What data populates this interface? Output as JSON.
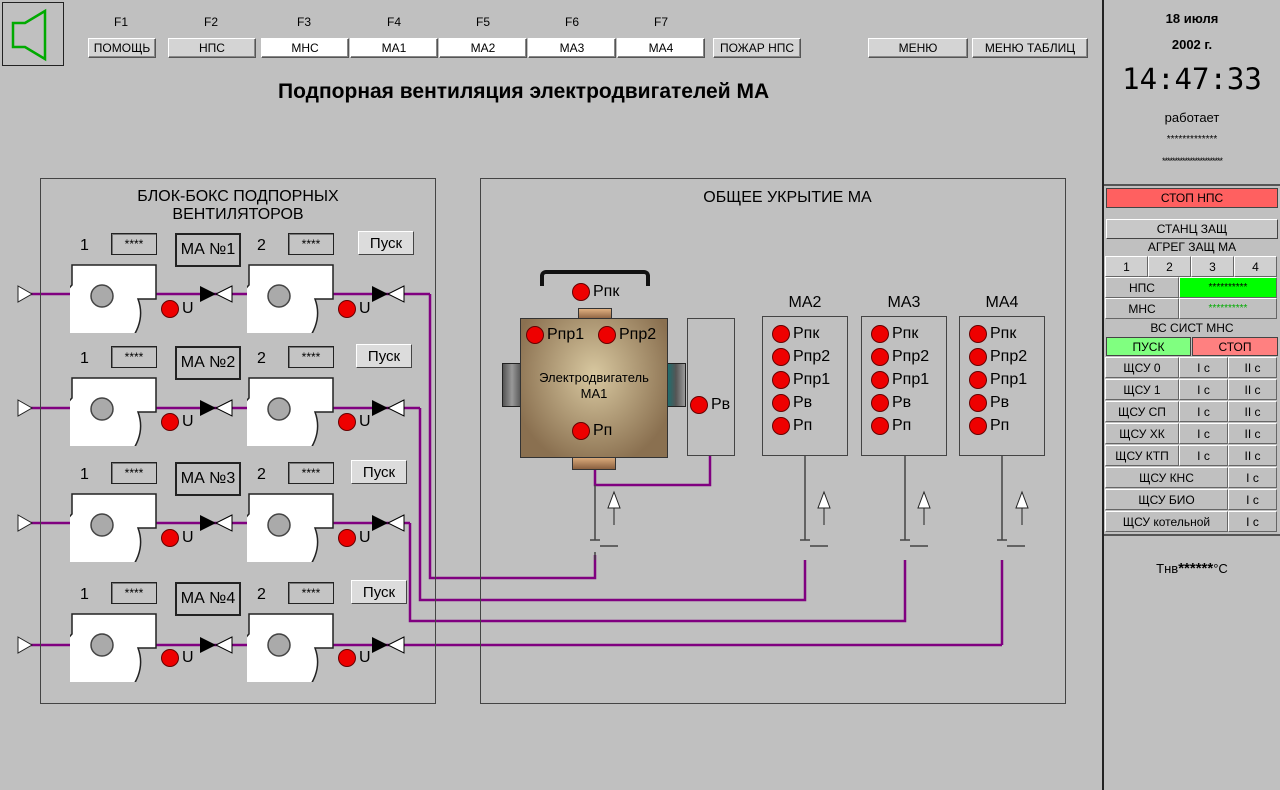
{
  "fkeys": [
    "F1",
    "F2",
    "F3",
    "F4",
    "F5",
    "F6",
    "F7"
  ],
  "toolbar": {
    "help": "ПОМОЩЬ",
    "nps": "НПС",
    "mns": "МНС",
    "ma1": "МА1",
    "ma2": "МА2",
    "ma3": "МА3",
    "ma4": "МА4",
    "fire": "ПОЖАР НПС",
    "menu": "МЕНЮ",
    "menu_tables": "МЕНЮ ТАБЛИЦ"
  },
  "title": "Подпорная вентиляция электродвигателей МА",
  "blockbox": {
    "title_line1": "БЛОК-БОКС ПОДПОРНЫХ",
    "title_line2": "ВЕНТИЛЯТОРОВ",
    "rows": [
      {
        "n1": "1",
        "n2": "2",
        "stars1": "****",
        "stars2": "****",
        "ma": "МА  №1",
        "run": "Пуск",
        "u": "U"
      },
      {
        "n1": "1",
        "n2": "2",
        "stars1": "****",
        "stars2": "****",
        "ma": "МА  №2",
        "run": "Пуск",
        "u": "U"
      },
      {
        "n1": "1",
        "n2": "2",
        "stars1": "****",
        "stars2": "****",
        "ma": "МА  №3",
        "run": "Пуск",
        "u": "U"
      },
      {
        "n1": "1",
        "n2": "2",
        "stars1": "****",
        "stars2": "****",
        "ma": "МА  №4",
        "run": "Пуск",
        "u": "U"
      }
    ]
  },
  "shelter": {
    "title": "ОБЩЕЕ УКРЫТИЕ МА",
    "motor_label": "Электродвигатель МА1",
    "motor_sensors": {
      "rpk": "Рпк",
      "rpr1": "Рпр1",
      "rpr2": "Рпр2",
      "rp": "Рп",
      "rv": "Рв"
    },
    "units": [
      {
        "name": "МА2",
        "sensors": [
          "Рпк",
          "Рпр2",
          "Рпр1",
          "Рв",
          "Рп"
        ]
      },
      {
        "name": "МА3",
        "sensors": [
          "Рпк",
          "Рпр2",
          "Рпр1",
          "Рв",
          "Рп"
        ]
      },
      {
        "name": "МА4",
        "sensors": [
          "Рпк",
          "Рпр2",
          "Рпр1",
          "Рв",
          "Рп"
        ]
      }
    ]
  },
  "right": {
    "date_line1": "18 июля",
    "date_line2": "2002 г.",
    "time": "14:47:33",
    "status": "работает",
    "stars_a": "*************",
    "stars_b": "************************",
    "stop_nps": "СТОП НПС",
    "station_prot": "СТАНЦ ЗАЩ",
    "unit_prot": "АГРЕГ ЗАЩ МА",
    "unit_prot_nums": [
      "1",
      "2",
      "3",
      "4"
    ],
    "nps_label": "НПС",
    "nps_value": "**********",
    "mns_label": "МНС",
    "mns_value": "**********",
    "vs_sist": "ВС СИСТ МНС",
    "start": "ПУСК",
    "stop": "СТОП",
    "shsu_rows": [
      {
        "name": "ЩСУ 0",
        "a": "I с",
        "b": "II с"
      },
      {
        "name": "ЩСУ 1",
        "a": "I с",
        "b": "II с"
      },
      {
        "name": "ЩСУ СП",
        "a": "I с",
        "b": "II с"
      },
      {
        "name": "ЩСУ ХК",
        "a": "I с",
        "b": "II с"
      },
      {
        "name": "ЩСУ КТП",
        "a": "I с",
        "b": "II с"
      }
    ],
    "shsu_single": [
      {
        "name": "ЩСУ КНС",
        "a": "I с"
      },
      {
        "name": "ЩСУ БИО",
        "a": "I с"
      },
      {
        "name": "ЩСУ котельной",
        "a": "I с"
      }
    ],
    "tnv_label": "Тнв",
    "tnv_value": "******",
    "tnv_unit": "°С"
  },
  "colors": {
    "pipe": "#800080",
    "alarm": "#e00000",
    "ok_green": "#00ff00",
    "stop_red": "#ff6060",
    "start_green": "#80ff80"
  }
}
